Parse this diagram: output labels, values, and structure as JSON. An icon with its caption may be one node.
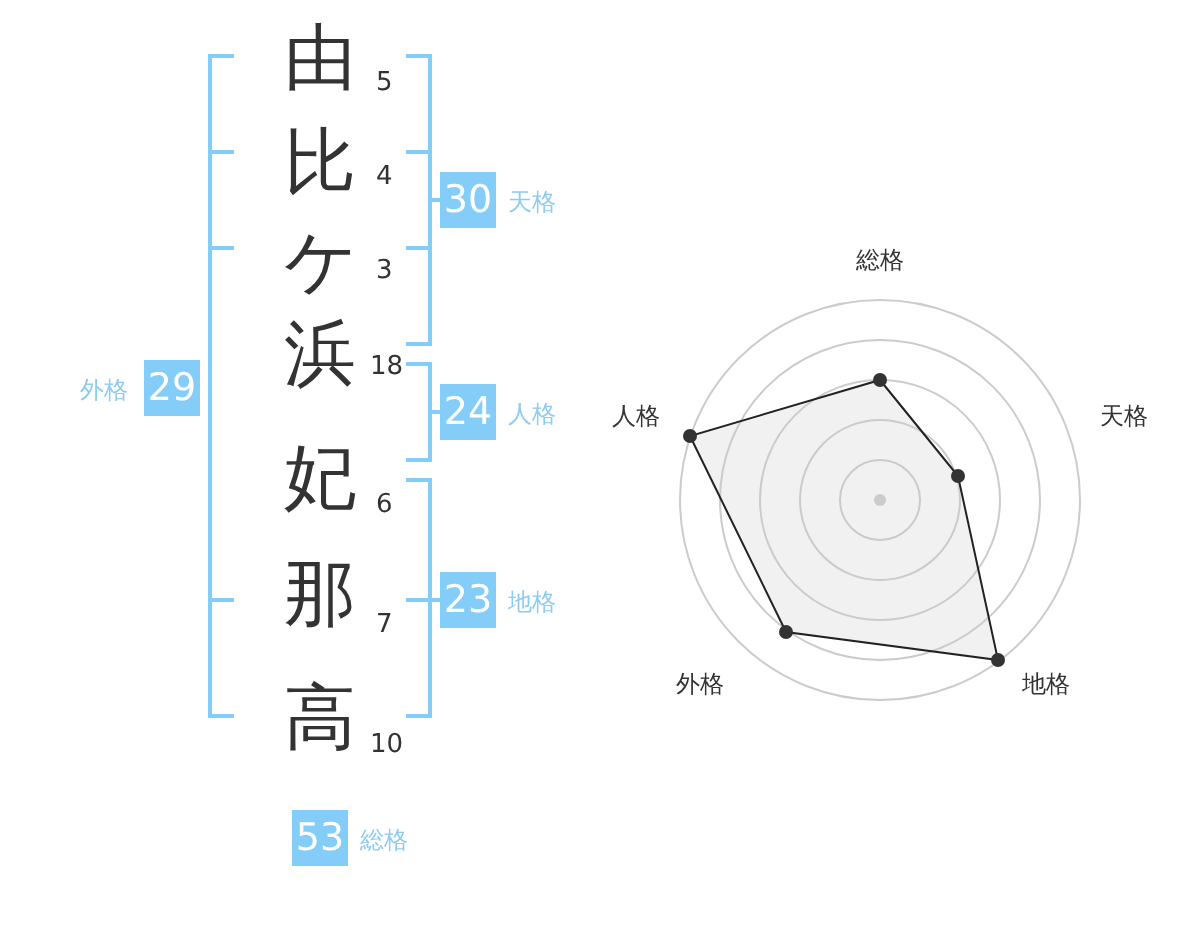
{
  "diagram": {
    "nodes": [
      {
        "text": [
          "30"
        ],
        "beside": [
          "天格"
        ]
      },
      {
        "text": [
          "29"
        ],
        "beside": [
          "外格"
        ]
      },
      {
        "text": [
          "24"
        ],
        "beside": [
          "人格"
        ]
      },
      {
        "text": [
          "23"
        ],
        "beside": [
          "地格"
        ]
      },
      {
        "text": [
          "53"
        ],
        "beside": [
          "総格"
        ]
      }
    ],
    "labels": [
      "由",
      "5",
      "比",
      "4",
      "ケ",
      "3",
      "浜",
      "18",
      "妃",
      "6",
      "那",
      "7",
      "高",
      "10",
      "総格",
      "人格",
      "天格",
      "外格",
      "地格"
    ]
  }
}
